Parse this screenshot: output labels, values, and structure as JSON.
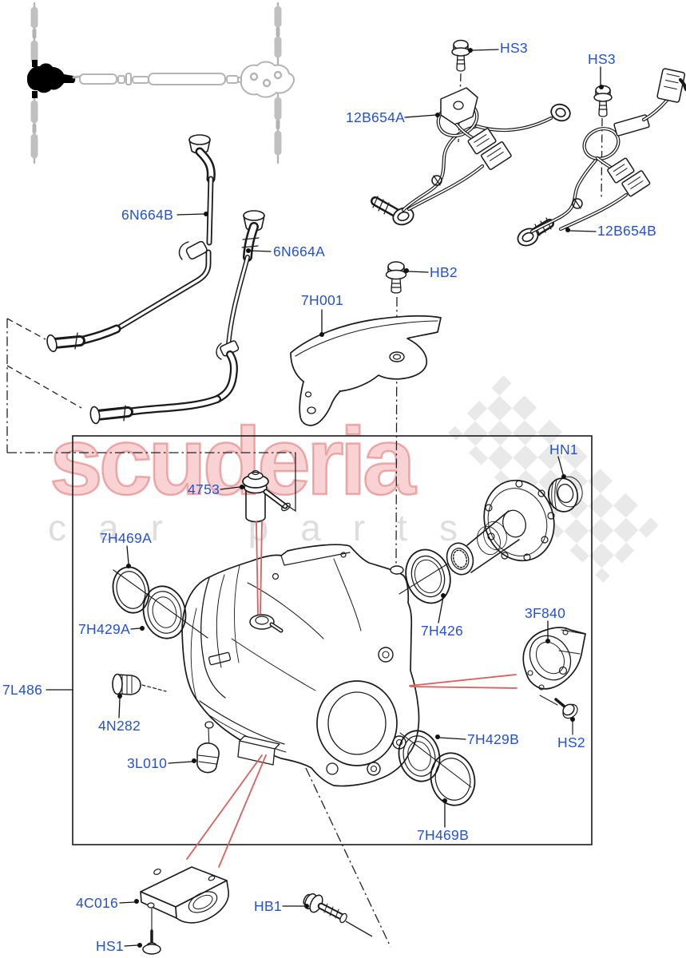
{
  "diagram": {
    "type": "exploded-parts-diagram",
    "subject": "Front axle / transfer case with linings, tubes and wiring",
    "watermark": {
      "brand": "scuderia",
      "tagline": "car parts"
    },
    "colors": {
      "label_blue": "#2450d8",
      "line_black": "#1a1a1a",
      "highlight_red": "#de5e5e",
      "watermark_pink": "#ee8c8c",
      "watermark_grey": "#dedede",
      "thumbnail_grey": "#b4b4b4"
    }
  },
  "parts": {
    "hs3_a": "HS3",
    "hs3_b": "HS3",
    "p12b654a": "12B654A",
    "p12b654b": "12B654B",
    "p6n664b": "6N664B",
    "p6n664a": "6N664A",
    "p7h001": "7H001",
    "hb2": "HB2",
    "hn1": "HN1",
    "p4753": "4753",
    "p7h469a": "7H469A",
    "p7h429a": "7H429A",
    "p7l486": "7L486",
    "p4n282": "4N282",
    "p3l010": "3L010",
    "p7h426": "7H426",
    "p3f840": "3F840",
    "hs2": "HS2",
    "p7h429b": "7H429B",
    "p7h469b": "7H469B",
    "p4c016": "4C016",
    "hb1": "HB1",
    "hs1": "HS1"
  }
}
